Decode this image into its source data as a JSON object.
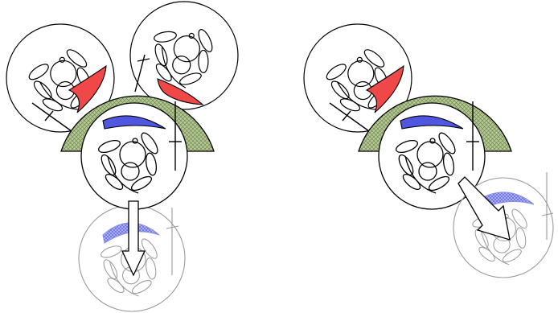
{
  "figure": {
    "panels": [
      {
        "id": "left",
        "transition": "down"
      },
      {
        "id": "right",
        "transition": "down-right"
      }
    ]
  },
  "colors": {
    "outline": "#000000",
    "faded_outline": "#9a9a9a",
    "hatched_band": "#a9bd8b",
    "hatched_band_pattern": "#6f8a4a",
    "red_blade": "#f04848",
    "blue_blade": "#4f56e0",
    "faded_blue_blade": "#8c90ea",
    "background": "#ffffff"
  },
  "icons": [
    "circle-unit-icon",
    "hatched-arc-band",
    "arrow-icon"
  ]
}
